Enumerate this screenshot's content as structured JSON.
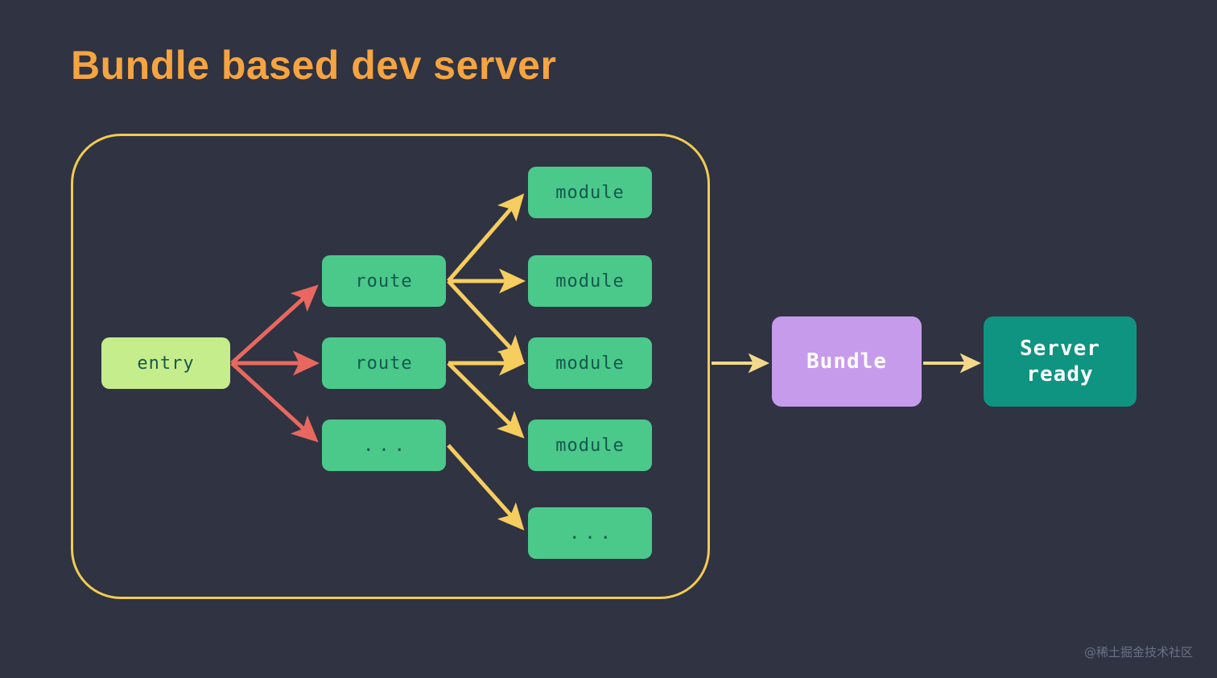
{
  "slide": {
    "title": "Bundle based dev server",
    "background_color": "#2f3342",
    "title_color": "#f5a442",
    "watermark": "@稀土掘金技术社区"
  },
  "group": {
    "name": "bundle-group",
    "border_color": "#f2cb52"
  },
  "colors": {
    "entry_box": "#c5ed8c",
    "route_box": "#4ac98a",
    "module_box": "#4ac98a",
    "bundle_box": "#c79bec",
    "server_box": "#0f9481",
    "entry_arrow": "#e8685f",
    "module_arrow": "#f6cd5f",
    "output_arrow": "#f2d98a",
    "node_text": "#15584d",
    "white_text": "#ffffff"
  },
  "nodes": {
    "entry": {
      "label": "entry"
    },
    "routes": [
      {
        "label": "route"
      },
      {
        "label": "route"
      },
      {
        "label": "..."
      }
    ],
    "modules": [
      {
        "label": "module"
      },
      {
        "label": "module"
      },
      {
        "label": "module"
      },
      {
        "label": "module"
      },
      {
        "label": "..."
      }
    ],
    "bundle": {
      "label": "Bundle"
    },
    "server": {
      "line1": "Server",
      "line2": "ready"
    }
  },
  "edges": [
    {
      "from": "entry",
      "to": "route-1",
      "color": "#e8685f"
    },
    {
      "from": "entry",
      "to": "route-2",
      "color": "#e8685f"
    },
    {
      "from": "entry",
      "to": "route-3",
      "color": "#e8685f"
    },
    {
      "from": "route-1",
      "to": "module-1",
      "color": "#f6cd5f"
    },
    {
      "from": "route-1",
      "to": "module-2",
      "color": "#f6cd5f"
    },
    {
      "from": "route-1",
      "to": "module-3",
      "color": "#f6cd5f"
    },
    {
      "from": "route-2",
      "to": "module-3",
      "color": "#f6cd5f"
    },
    {
      "from": "route-2",
      "to": "module-4",
      "color": "#f6cd5f"
    },
    {
      "from": "route-3",
      "to": "module-5",
      "color": "#f6cd5f"
    },
    {
      "from": "bundle-group",
      "to": "bundle",
      "color": "#f2d98a"
    },
    {
      "from": "bundle",
      "to": "server",
      "color": "#f2d98a"
    }
  ]
}
